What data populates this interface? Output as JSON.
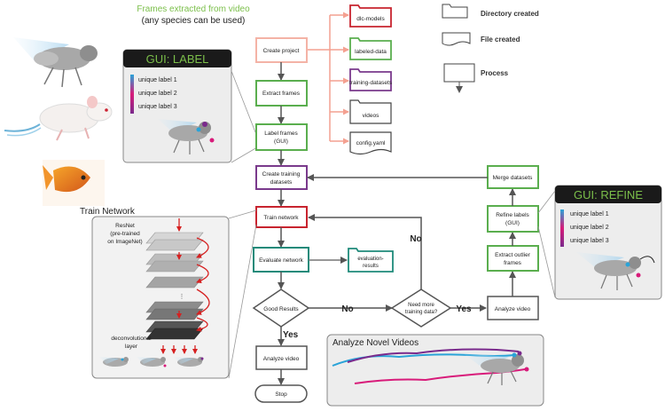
{
  "header": {
    "frames_title": "Frames extracted from video",
    "frames_subtitle": "(any species can be used)"
  },
  "legend": {
    "directory": "Directory created",
    "file": "File created",
    "process": "Process"
  },
  "outputs": {
    "dlc_models": "dlc-models",
    "labeled_data": "labeled-data",
    "training_datasets": "training-datasets",
    "videos": "videos",
    "config": "config.yaml"
  },
  "steps": {
    "create_project": "Create project",
    "extract_frames": "Extract frames",
    "label_frames_1": "Label frames",
    "label_frames_2": "(GUI)",
    "create_training_1": "Create training",
    "create_training_2": "datasets",
    "train_network": "Train network",
    "evaluate_network": "Evaluate network",
    "evaluation_results_1": "evaluation-",
    "evaluation_results_2": "results",
    "good_results": "Good Results",
    "need_more_1": "Need more",
    "need_more_2": "training data?",
    "analyze_video_left": "Analyze video",
    "stop": "Stop",
    "analyze_video_right": "Analyze video",
    "extract_outlier_1": "Extract outlier",
    "extract_outlier_2": "frames",
    "refine_labels_1": "Refine labels",
    "refine_labels_2": "(GUI)",
    "merge_datasets": "Merge datasets"
  },
  "edges": {
    "no_1": "No",
    "no_2": "No",
    "yes_1": "Yes",
    "yes_2": "Yes"
  },
  "gui_label": {
    "title": "GUI: LABEL",
    "labels": [
      "unique label 1",
      "unique label 2",
      "unique label 3"
    ]
  },
  "gui_refine": {
    "title": "GUI: REFINE",
    "labels": [
      "unique label 1",
      "unique label 2",
      "unique label 3"
    ]
  },
  "train_panel": {
    "title": "Train Network",
    "resnet_1": "ResNet",
    "resnet_2": "(pre-trained",
    "resnet_3": "on ImageNet)",
    "deconv_1": "deconvolutional",
    "deconv_2": "layer"
  },
  "novel_panel": {
    "title": "Analyze Novel Videos"
  },
  "colors": {
    "create_project": "#f4b3a6",
    "process_green": "#5aae4e",
    "process_purple": "#7a3a8c",
    "process_red": "#c8242f",
    "process_teal": "#1e8a7a",
    "process_gray": "#5a5a5a",
    "out_red": "#c8242f",
    "out_green": "#5aae4e",
    "out_purple": "#7a3a8c",
    "arrow_gray": "#555555",
    "arrow_salmon": "#f4a090",
    "title_green": "#7bbf4a",
    "gui_bar": "#1a1a1a",
    "label_blue": "#2aa3d8",
    "label_pink": "#d81b7a",
    "label_purple": "#7a2a8c"
  }
}
